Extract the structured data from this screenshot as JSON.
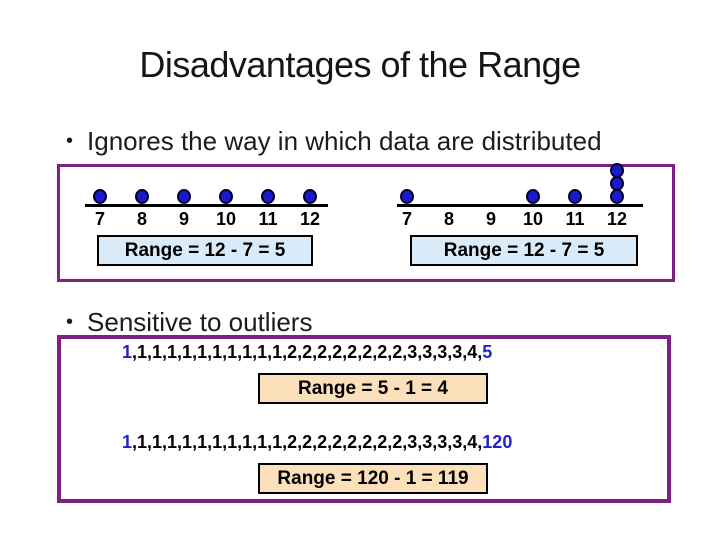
{
  "slide": {
    "title": "Disadvantages of the Range",
    "bullet_char": "•",
    "bullets": [
      "Ignores the way in which data are distributed",
      "Sensitive to outliers"
    ]
  },
  "colors": {
    "purple_border": "#7B2282",
    "dot_blue": "#1A1ACD",
    "lightblue_bg": "#D9EBF8",
    "peach_bg": "#FCDFBB",
    "blue_text": "#2222CC"
  },
  "chart_data": [
    {
      "type": "dotplot",
      "title": "",
      "axis_ticks": [
        "7",
        "8",
        "9",
        "10",
        "11",
        "12"
      ],
      "values": [
        7,
        8,
        9,
        10,
        11,
        12
      ],
      "points": [
        {
          "x": "7",
          "count": 1
        },
        {
          "x": "8",
          "count": 1
        },
        {
          "x": "9",
          "count": 1
        },
        {
          "x": "10",
          "count": 1
        },
        {
          "x": "11",
          "count": 1
        },
        {
          "x": "12",
          "count": 1
        }
      ],
      "range_label": "Range = 12 - 7 = 5"
    },
    {
      "type": "dotplot",
      "title": "",
      "axis_ticks": [
        "7",
        "8",
        "9",
        "10",
        "11",
        "12"
      ],
      "values": [
        7,
        10,
        11,
        12,
        12,
        12
      ],
      "points": [
        {
          "x": "7",
          "count": 1
        },
        {
          "x": "8",
          "count": 0
        },
        {
          "x": "9",
          "count": 0
        },
        {
          "x": "10",
          "count": 1
        },
        {
          "x": "11",
          "count": 1
        },
        {
          "x": "12",
          "count": 3
        }
      ],
      "range_label": "Range = 12 - 7 = 5"
    }
  ],
  "outliers": {
    "line1": {
      "first": "1",
      "middle": ",1,1,1,1,1,1,1,1,1,1,2,2,2,2,2,2,2,2,3,3,3,3,4,",
      "last": "5"
    },
    "range1_label": "Range = 5 - 1 = 4",
    "line2": {
      "first": "1",
      "middle": ",1,1,1,1,1,1,1,1,1,1,2,2,2,2,2,2,2,2,3,3,3,3,4,",
      "last": "120"
    },
    "range2_label": "Range = 120 - 1 = 119"
  }
}
